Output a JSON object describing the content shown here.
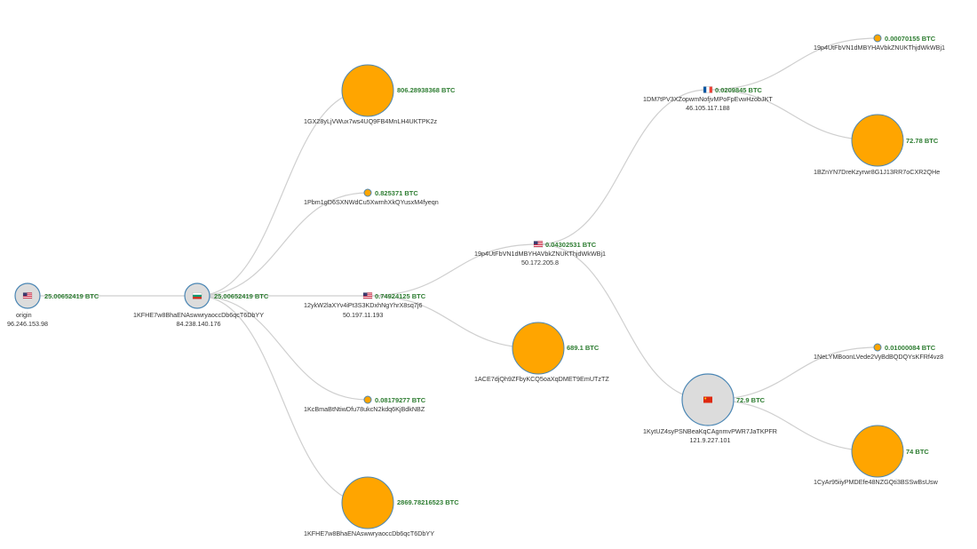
{
  "unit": "BTC",
  "colors": {
    "wallet_fill": "#ffa500",
    "hub_fill": "#dcdcdc",
    "stroke": "#4a86b4",
    "edge": "#cfcfcf",
    "amount_text": "#2e7d32"
  },
  "nodes": [
    {
      "id": "origin",
      "kind": "hub",
      "address": "origin",
      "ip": "96.246.153.98",
      "amount": "25.00652419 BTC",
      "flag": "us-flag-icon"
    },
    {
      "id": "hub1",
      "kind": "hub",
      "address": "1KFHE7w8BhaENAswwryaoccDb6qcT6DbYY",
      "ip": "84.238.140.176",
      "amount": "25.00652419 BTC",
      "flag": "bg-flag-icon"
    },
    {
      "id": "w1",
      "kind": "wallet",
      "address": "1GX28yLjVWux7ws4UQ9FB4MnLH4UKTPK2z",
      "ip": "",
      "amount": "806.28938368 BTC"
    },
    {
      "id": "w2",
      "kind": "wallet",
      "address": "1Pbm1gD6SXNWdCu5XwmhXkQYusxM4fyeqn",
      "ip": "",
      "amount": "0.825371 BTC"
    },
    {
      "id": "hub2",
      "kind": "flag",
      "address": "12ykW2laXYv4iPt3S3KDxhNgYhrX8sq7j6",
      "ip": "50.197.11.193",
      "amount": "0.74924125 BTC",
      "flag": "us-flag-icon"
    },
    {
      "id": "w3",
      "kind": "wallet",
      "address": "1KcBmaBtNtiwDfu78ukcN2kdq6KjBdkNBZ",
      "ip": "",
      "amount": "0.08179277 BTC"
    },
    {
      "id": "w4",
      "kind": "wallet",
      "address": "1KFHE7w8BhaENAswwryaoccDb6qcT6DbYY",
      "ip": "",
      "amount": "2869.78216523 BTC"
    },
    {
      "id": "hub3",
      "kind": "flag",
      "address": "19p4UtFbVN1dMBYHAVbkZNUKThjdWkWBj1",
      "ip": "50.172.205.8",
      "amount": "0.04302531 BTC",
      "flag": "us-flag-icon"
    },
    {
      "id": "w5",
      "kind": "wallet",
      "address": "1ACE7djQh9ZFbyKCQ5oaXqDMET9EmUTzTZ",
      "ip": "",
      "amount": "689.1 BTC"
    },
    {
      "id": "hub4",
      "kind": "flag",
      "address": "1DM7tPV3XZopwmNofjvMPoFpEvwHzobJKT",
      "ip": "46.105.117.188",
      "amount": "0.0209845 BTC",
      "flag": "fr-flag-icon"
    },
    {
      "id": "hub5",
      "kind": "hub",
      "address": "1KytUZ4syPSNBeaKqCAgnmvPWR7JaTKPFR",
      "ip": "121.9.227.101",
      "amount": "72.9 BTC",
      "flag": "cn-flag-icon"
    },
    {
      "id": "w6",
      "kind": "wallet",
      "address": "19p4UtFbVN1dMBYHAVbkZNUKThjdWkWBj1",
      "ip": "",
      "amount": "0.00070155 BTC"
    },
    {
      "id": "w7",
      "kind": "wallet",
      "address": "1BZnYN7DreKzyrwr8G1J13RR7oCXR2QHe",
      "ip": "",
      "amount": "72.78 BTC"
    },
    {
      "id": "w8",
      "kind": "wallet",
      "address": "1NeLYMBoonLVede2VyBdBQDQYsKFRf4vz8",
      "ip": "",
      "amount": "0.01000084 BTC"
    },
    {
      "id": "w9",
      "kind": "wallet",
      "address": "1CyAr95iiyPMDEfe48NZGQti3BSSwBsUsw",
      "ip": "",
      "amount": "74 BTC"
    }
  ],
  "edges": [
    [
      "origin",
      "hub1"
    ],
    [
      "hub1",
      "w1"
    ],
    [
      "hub1",
      "w2"
    ],
    [
      "hub1",
      "hub2"
    ],
    [
      "hub1",
      "w3"
    ],
    [
      "hub1",
      "w4"
    ],
    [
      "hub2",
      "hub3"
    ],
    [
      "hub2",
      "w5"
    ],
    [
      "hub3",
      "hub4"
    ],
    [
      "hub3",
      "hub5"
    ],
    [
      "hub4",
      "w6"
    ],
    [
      "hub4",
      "w7"
    ],
    [
      "hub5",
      "w8"
    ],
    [
      "hub5",
      "w9"
    ]
  ]
}
